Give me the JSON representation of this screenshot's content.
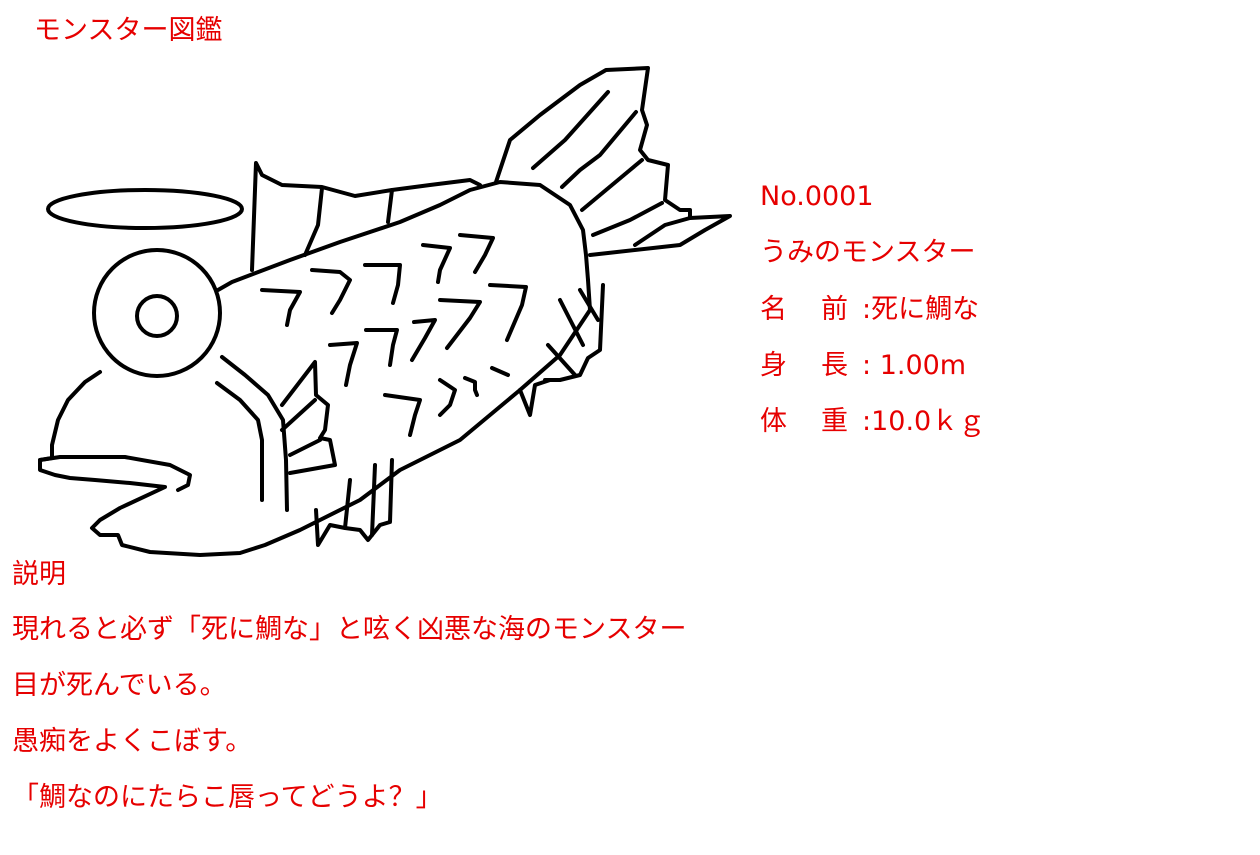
{
  "page": {
    "title": "モンスター図鑑",
    "text_color": "#e60000"
  },
  "monster": {
    "number": "No.0001",
    "category": "うみのモンスター",
    "stats": [
      {
        "label_a": "名",
        "label_b": "前",
        "sep": ":",
        "value": "死に鯛な"
      },
      {
        "label_a": "身",
        "label_b": "長",
        "sep": ":",
        "value": " 1.00m"
      },
      {
        "label_a": "体",
        "label_b": "重",
        "sep": ":",
        "value": "10.0ｋｇ"
      }
    ],
    "illustration": "halo-fish-drawing"
  },
  "description": {
    "heading": "説明",
    "lines": [
      "現れると必ず「死に鯛な」と呟く凶悪な海のモンスター",
      "目が死んでいる。",
      "愚痴をよくこぼす。",
      "「鯛なのにたらこ唇ってどうよ？」"
    ]
  }
}
